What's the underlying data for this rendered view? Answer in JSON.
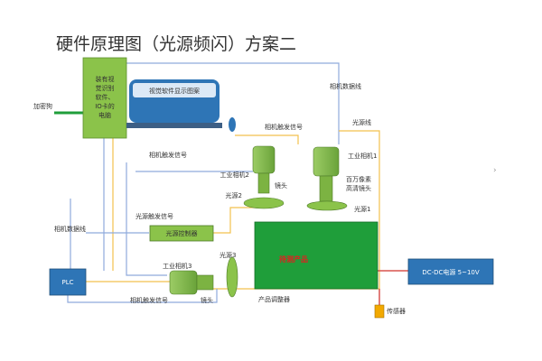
{
  "title": "硬件原理图（光源频闪）方案二",
  "colors": {
    "green": "#8bc34a",
    "dark_green": "#1f9e3a",
    "blue": "#2e75b6",
    "line_yellow": "#f2c14e",
    "line_blue": "#8faadc",
    "red_line": "#d9534f"
  },
  "computer": {
    "label_lines": [
      "装有视",
      "觉识别",
      "软件、",
      "IO卡的",
      "电脑"
    ]
  },
  "monitor": {
    "label": "视觉软件显示图案"
  },
  "labels": {
    "encrypt_dog": "加密狗",
    "camera_data_line_top": "相机数据线",
    "light_line": "光源线",
    "camera_trigger_1": "相机触发信号",
    "camera_trigger_2": "相机触发信号",
    "camera_trigger_3": "相机触发信号",
    "industrial_camera_1": "工业相机1",
    "industrial_camera_2": "工业相机2",
    "industrial_camera_3": "工业相机3",
    "megapixel_lens_1": "百万像素",
    "megapixel_lens_2": "高清镜头",
    "lens_2": "镜头",
    "lens_3": "镜头",
    "light_1": "光源1",
    "light_2": "光源2",
    "light_3": "光源3",
    "camera_data_line_left": "相机数据线",
    "light_trigger": "光源触发信号",
    "light_controller": "光源控制器",
    "product_label": "待测产品",
    "product_adjuster": "产品调整器",
    "plc": "PLC",
    "power": "DC-DC电源 5~10V",
    "sensor": "传感器"
  }
}
